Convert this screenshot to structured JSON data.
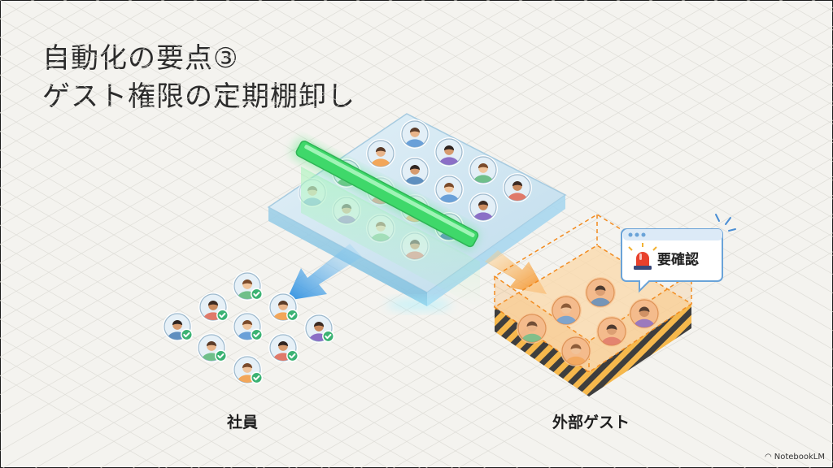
{
  "title": {
    "line1": "自動化の要点③",
    "line2": "ゲスト権限の定期棚卸し"
  },
  "labels": {
    "employees": "社員",
    "external_guests": "外部ゲスト"
  },
  "alert": {
    "text": "要確認",
    "icon": "siren-icon"
  },
  "brand": {
    "name": "NotebookLM",
    "icon": "notebooklm-logo-icon"
  },
  "colors": {
    "scanner_green": "#3fd86a",
    "employee_arrow": "#2e8fe0",
    "guest_arrow": "#f28a1e",
    "guest_box": "#f7a94a",
    "check_badge": "#3bb273",
    "platform": "#cfe6f2"
  }
}
